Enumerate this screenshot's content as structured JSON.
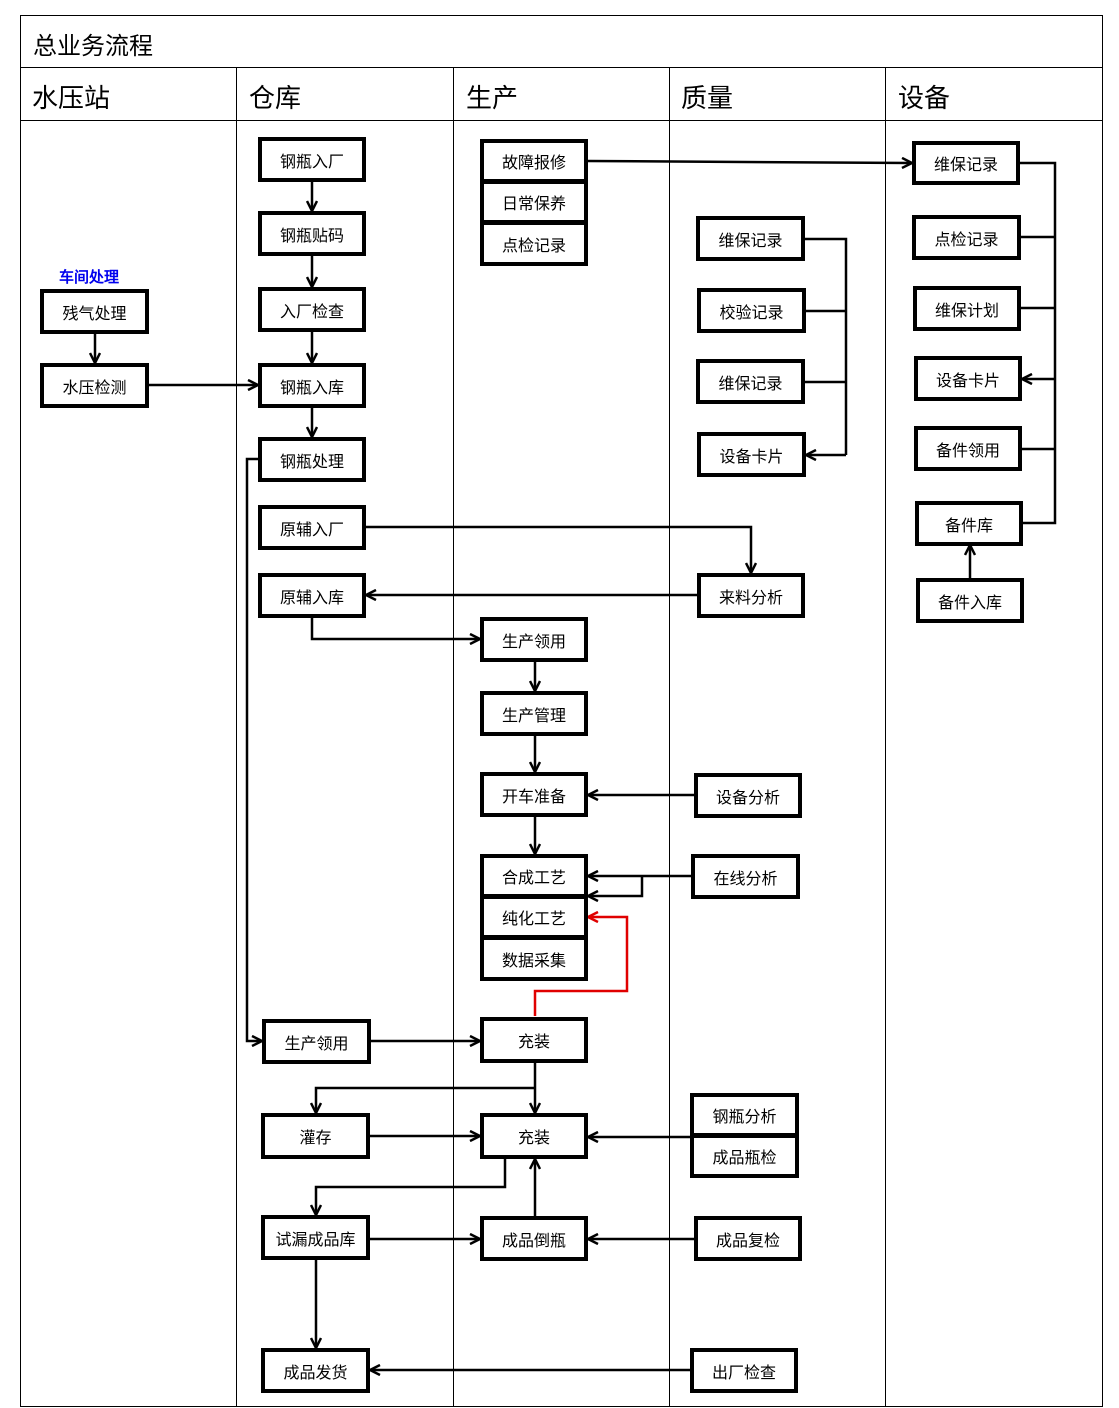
{
  "title": "总业务流程",
  "lanes": [
    "水压站",
    "仓库",
    "生产",
    "质量",
    "设备"
  ],
  "annotation": "车间处理",
  "colors": {
    "line": "#000000",
    "highlight": "#e00000",
    "annotation": "#0000ee"
  },
  "nodes": {
    "residual_gas": "残气处理",
    "hydro_test": "水压检测",
    "cyl_in_factory": "钢瓶入厂",
    "cyl_label": "钢瓶贴码",
    "in_factory_check": "入厂检查",
    "cyl_into_stock": "钢瓶入库",
    "cyl_process": "钢瓶处理",
    "raw_in_factory": "原辅入厂",
    "raw_into_stock": "原辅入库",
    "wh_prod_issue": "生产领用",
    "tank_storage": "灌存",
    "leak_test_stock": "试漏成品库",
    "finished_ship": "成品发货",
    "fault_report": "故障报修",
    "daily_maint": "日常保养",
    "spot_check_prod": "点检记录",
    "prod_issue": "生产领用",
    "prod_mgmt": "生产管理",
    "startup_prep": "开车准备",
    "synthesis": "合成工艺",
    "purification": "纯化工艺",
    "data_collect": "数据采集",
    "filling1": "充装",
    "filling2": "充装",
    "finished_pour": "成品倒瓶",
    "q_maint_rec1": "维保记录",
    "q_calib_rec": "校验记录",
    "q_maint_rec2": "维保记录",
    "q_equip_card": "设备卡片",
    "incoming_analysis": "来料分析",
    "equip_analysis": "设备分析",
    "online_analysis": "在线分析",
    "cyl_analysis": "钢瓶分析",
    "finished_cyl_check": "成品瓶检",
    "finished_recheck": "成品复检",
    "outgoing_check": "出厂检查",
    "e_maint_rec": "维保记录",
    "e_spot_check": "点检记录",
    "e_maint_plan": "维保计划",
    "e_equip_card": "设备卡片",
    "e_parts_issue": "备件领用",
    "e_parts_store": "备件库",
    "e_parts_in": "备件入库"
  }
}
